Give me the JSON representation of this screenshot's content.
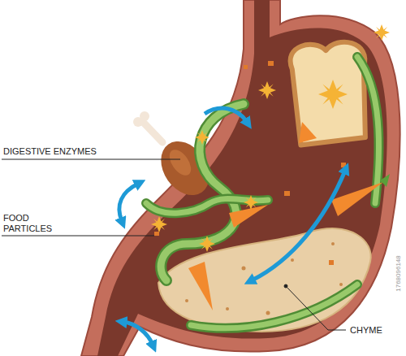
{
  "diagram": {
    "labels": [
      "DIGESTIVE ENZYMES",
      "FOOD PARTICLES",
      "CHYME",
      "1768096148"
    ]
  }
}
